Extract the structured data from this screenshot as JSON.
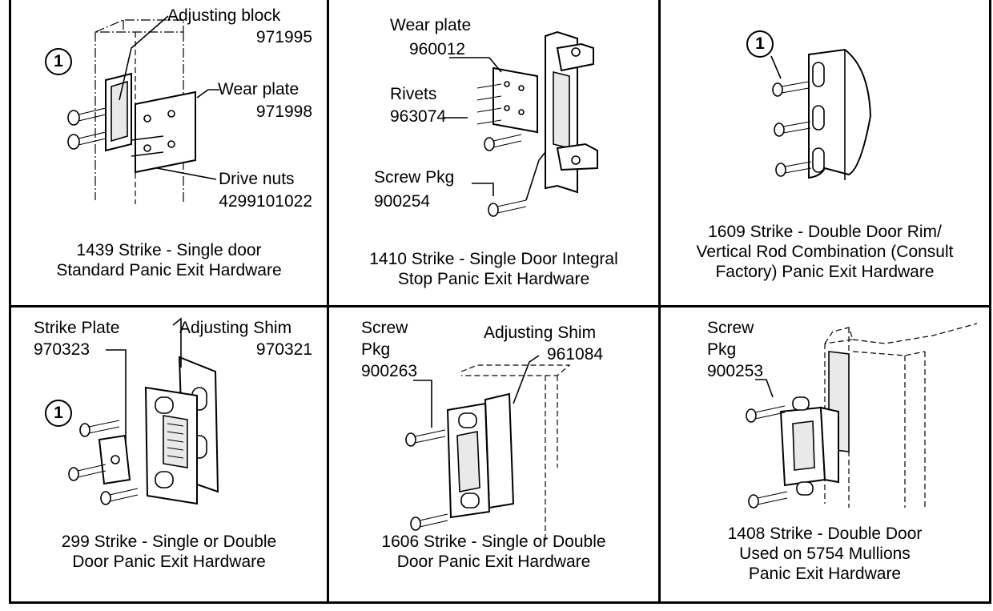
{
  "callout_number": "1",
  "panels": [
    {
      "labels": [
        {
          "text": "Adjusting block"
        },
        {
          "text": "971995"
        },
        {
          "text": "Wear plate"
        },
        {
          "text": "971998"
        },
        {
          "text": "Drive nuts"
        },
        {
          "text": "4299101022"
        }
      ],
      "caption": [
        "1439 Strike - Single door",
        "Standard Panic Exit Hardware"
      ]
    },
    {
      "labels": [
        {
          "text": "Wear plate"
        },
        {
          "text": "960012"
        },
        {
          "text": "Rivets"
        },
        {
          "text": "963074"
        },
        {
          "text": "Screw Pkg"
        },
        {
          "text": "900254"
        }
      ],
      "caption": [
        "1410 Strike - Single Door Integral",
        "Stop Panic Exit Hardware"
      ]
    },
    {
      "labels": [],
      "caption": [
        "1609 Strike - Double Door Rim/",
        "Vertical Rod Combination (Consult",
        "Factory) Panic Exit Hardware"
      ]
    },
    {
      "labels": [
        {
          "text": "Strike Plate"
        },
        {
          "text": "970323"
        },
        {
          "text": "Adjusting Shim"
        },
        {
          "text": "970321"
        }
      ],
      "caption": [
        "299 Strike - Single or Double",
        "Door Panic Exit Hardware"
      ]
    },
    {
      "labels": [
        {
          "text": "Screw"
        },
        {
          "text": "Pkg"
        },
        {
          "text": "900263"
        },
        {
          "text": "Adjusting Shim"
        },
        {
          "text": "961084"
        }
      ],
      "caption": [
        "1606 Strike - Single or Double",
        "Door Panic Exit Hardware"
      ]
    },
    {
      "labels": [
        {
          "text": "Screw"
        },
        {
          "text": "Pkg"
        },
        {
          "text": "900253"
        }
      ],
      "caption": [
        "1408 Strike - Double Door",
        "Used on 5754 Mullions",
        "Panic Exit Hardware"
      ]
    }
  ]
}
